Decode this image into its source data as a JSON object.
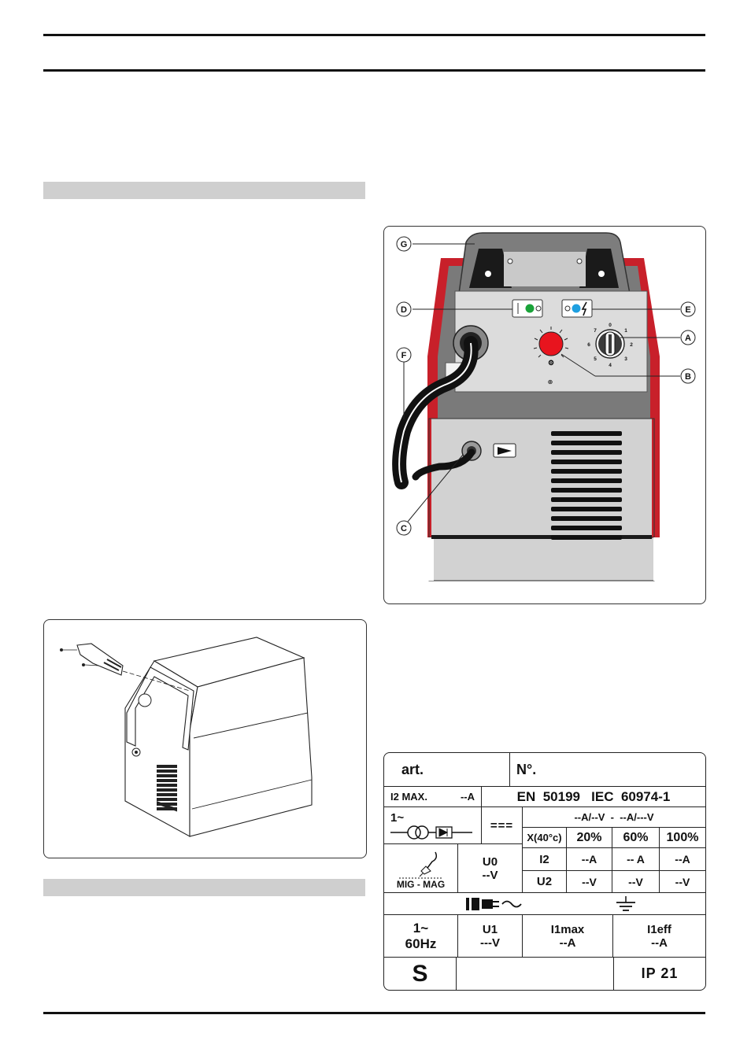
{
  "plate": {
    "art": "art.",
    "no": "N°.",
    "i2max_label": "I2 MAX.",
    "i2max_value": "--A",
    "standard": "EN  50199   IEC  60974-1",
    "phase": "1~",
    "range": "--A/--V  -  --A/---V",
    "dc_symbol": "===",
    "duty_label": "X(40°c)",
    "duty": [
      "20%",
      "60%",
      "100%"
    ],
    "i2_label": "I2",
    "i2_values": [
      "--A",
      "-- A",
      "--A"
    ],
    "u2_label": "U2",
    "u2_values": [
      "--V",
      "--V",
      "--V"
    ],
    "process": "MIG - MAG",
    "u0_label": "U0",
    "u0_value": "--V",
    "supply_phase": "1~",
    "supply_freq": "60Hz",
    "u1_label": "U1",
    "u1_value": "---V",
    "i1max_label": "I1max",
    "i1max_value": "--A",
    "i1eff_label": "I1eff",
    "i1eff_value": "--A",
    "s_mark": "S",
    "ip": "IP 21"
  },
  "machine_figure": {
    "callouts": [
      "G",
      "D",
      "E",
      "A",
      "F",
      "B",
      "C"
    ],
    "dial_numbers": [
      "0",
      "1",
      "2",
      "3",
      "4",
      "5",
      "6",
      "7"
    ],
    "thermal_led_color": "#1aa33a",
    "power_led_color": "#1e9fe0",
    "knob_color": "#e8141e",
    "side_color": "#c8202a"
  }
}
